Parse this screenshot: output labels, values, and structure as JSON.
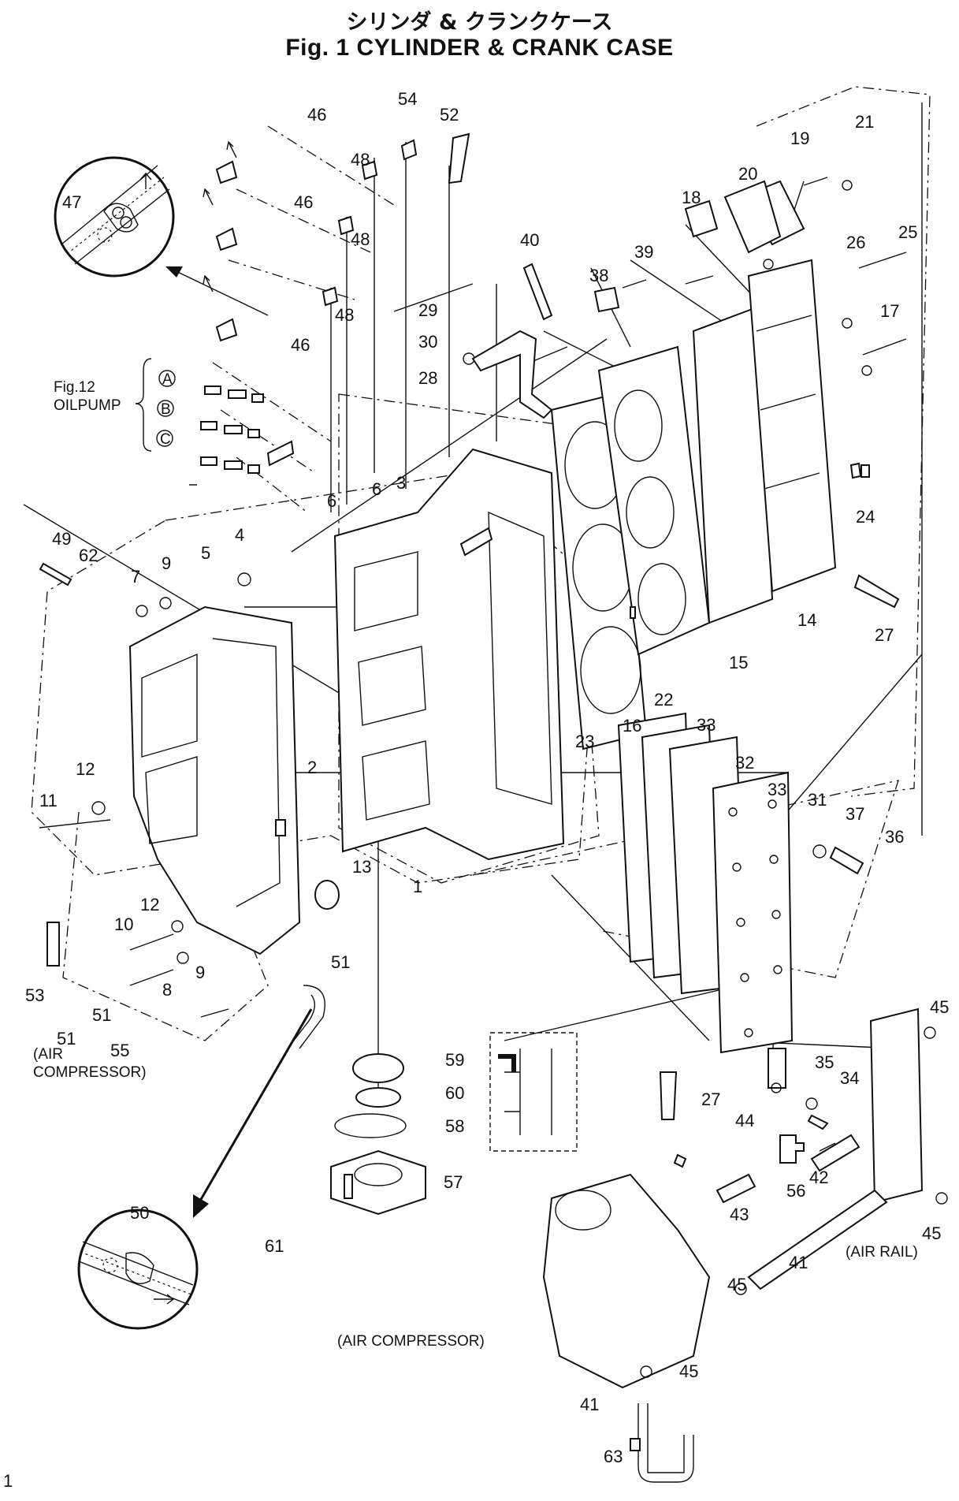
{
  "title_jp": "シリンダ & クランクケース",
  "title_en": "Fig. 1    CYLINDER & CRANK CASE",
  "page_number": "1",
  "callouts": {
    "oilpump_fig": "Fig.12",
    "oilpump": "OILPUMP",
    "circle_a": "A",
    "circle_b": "B",
    "circle_c": "C",
    "air_compressor_1a": "(AIR",
    "air_compressor_1b": "COMPRESSOR)",
    "air_compressor_2": "(AIR COMPRESSOR)",
    "air_rail": "(AIR RAIL)"
  },
  "labels": {
    "l1": "1",
    "l2": "2",
    "l3": "3",
    "l4": "4",
    "l5": "5",
    "l6a": "6",
    "l6b": "6",
    "l7": "7",
    "l8": "8",
    "l9a": "9",
    "l9b": "9",
    "l10": "10",
    "l11": "11",
    "l12a": "12",
    "l12b": "12",
    "l13": "13",
    "l14": "14",
    "l15": "15",
    "l16": "16",
    "l17": "17",
    "l18": "18",
    "l19": "19",
    "l20": "20",
    "l21": "21",
    "l22": "22",
    "l23": "23",
    "l24": "24",
    "l25": "25",
    "l26": "26",
    "l27a": "27",
    "l27b": "27",
    "l28": "28",
    "l29": "29",
    "l30": "30",
    "l31": "31",
    "l32": "32",
    "l33a": "33",
    "l33b": "33",
    "l34": "34",
    "l35": "35",
    "l36": "36",
    "l37": "37",
    "l38": "38",
    "l39": "39",
    "l40": "40",
    "l41a": "41",
    "l41b": "41",
    "l42": "42",
    "l43": "43",
    "l44": "44",
    "l45a": "45",
    "l45b": "45",
    "l45c": "45",
    "l45d": "45",
    "l46a": "46",
    "l46b": "46",
    "l46c": "46",
    "l47": "47",
    "l48a": "48",
    "l48b": "48",
    "l48c": "48",
    "l49": "49",
    "l50": "50",
    "l51a": "51",
    "l51b": "51",
    "l51c": "51",
    "l52": "52",
    "l53": "53",
    "l54": "54",
    "l55": "55",
    "l56": "56",
    "l57": "57",
    "l58": "58",
    "l59": "59",
    "l60": "60",
    "l61": "61",
    "l62": "62",
    "l63": "63"
  }
}
